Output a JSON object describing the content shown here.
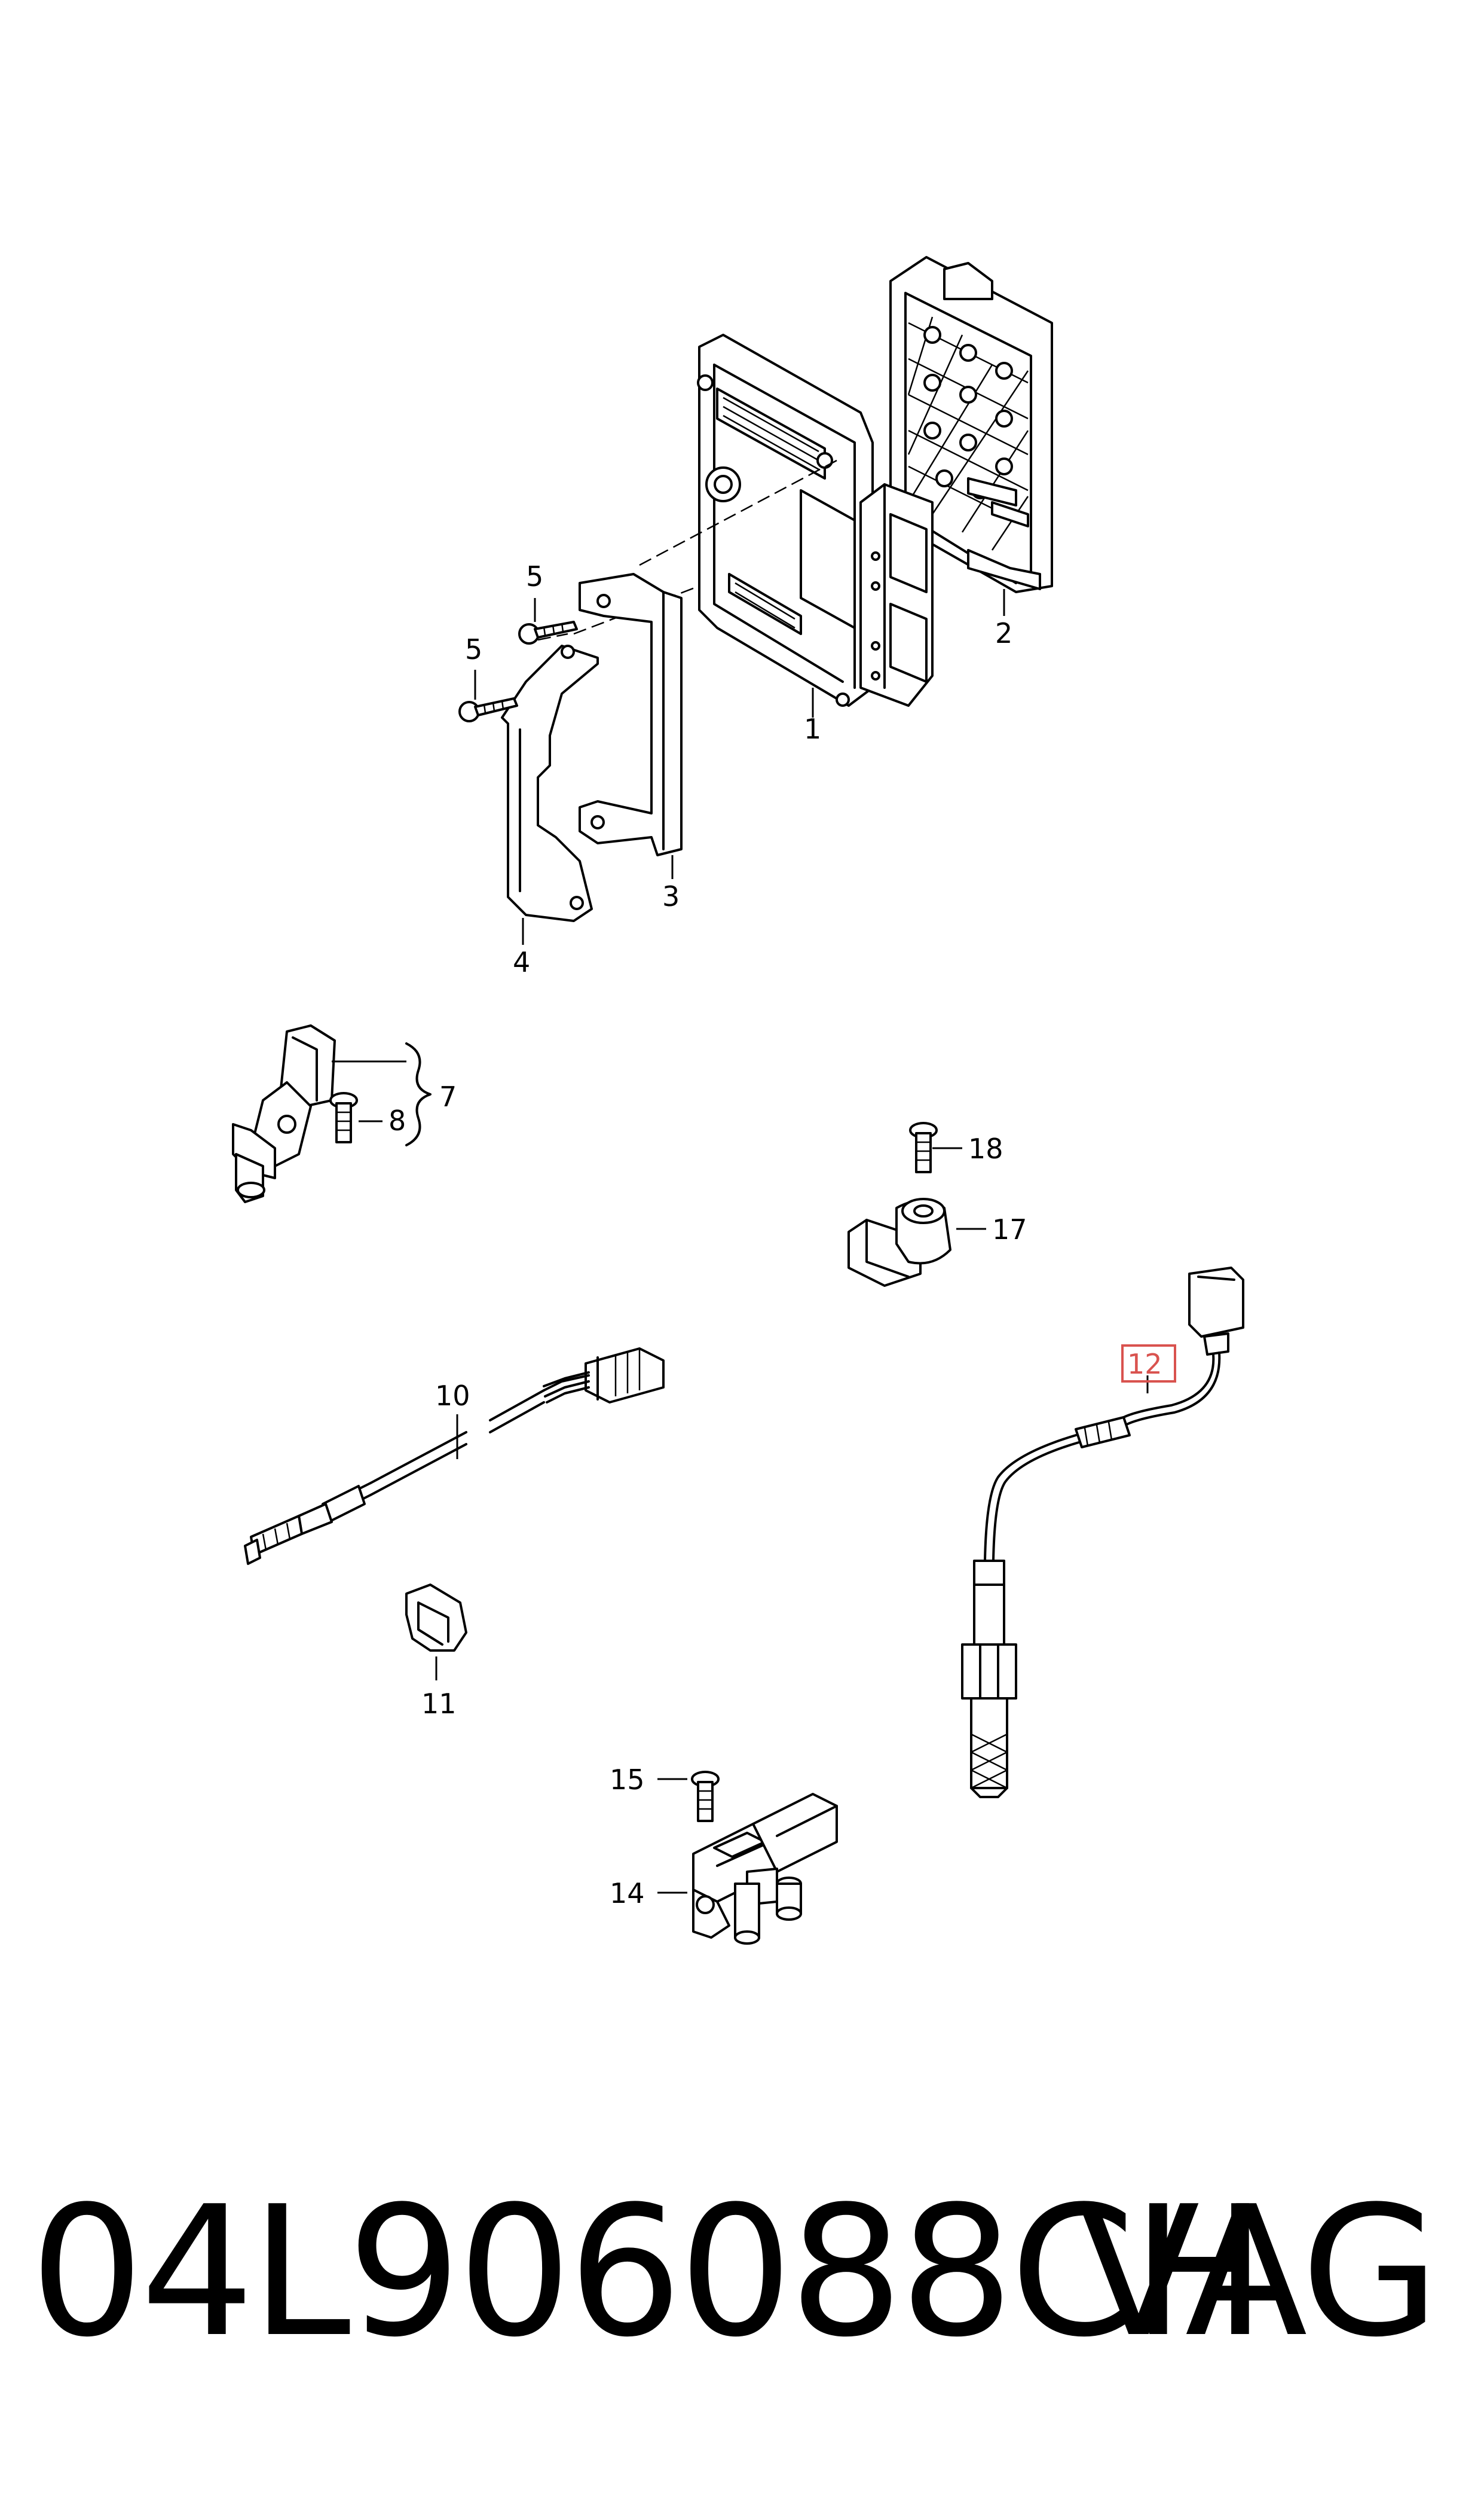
{
  "diagram": {
    "callouts": {
      "c1": "1",
      "c2": "2",
      "c3": "3",
      "c4": "4",
      "c5a": "5",
      "c5b": "5",
      "c7": "7",
      "c8": "8",
      "c10": "10",
      "c11": "11",
      "c12": "12",
      "c14": "14",
      "c15": "15",
      "c17": "17",
      "c18": "18"
    },
    "highlight_color": "#d9534f"
  },
  "footer": {
    "part_number": "04L906088CH",
    "brand": "VAG"
  }
}
